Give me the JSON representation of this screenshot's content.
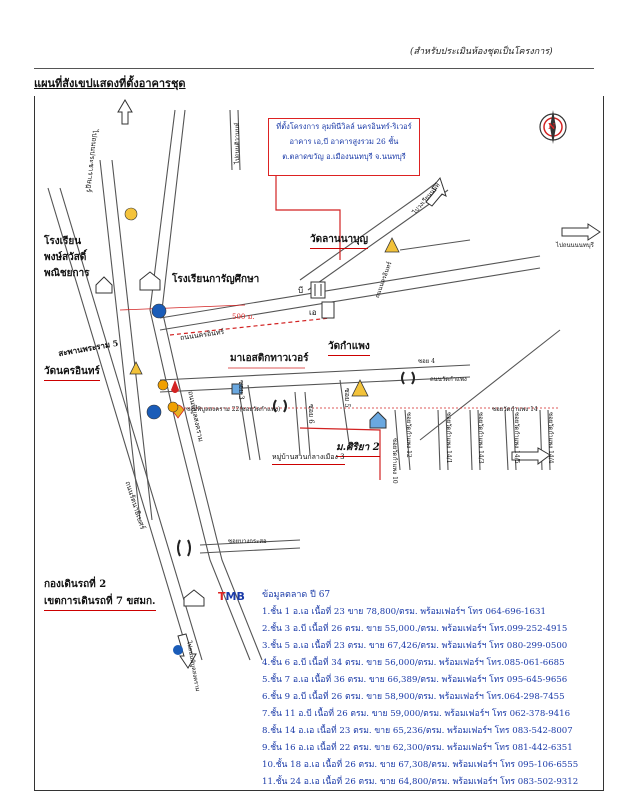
{
  "header": {
    "note": "(สำหรับประเมินห้องชุดเป็นโครงการ)",
    "title": "แผนที่สังเขปแสดงที่ตั้งอาคารชุด"
  },
  "project_box": {
    "line1": "ที่ตั้งโครงการ ลุมพินีวิลล์ นครอินทร์-ริเวอร์",
    "line2": "อาคาร เอ,บี อาคารสูงรวม 26 ชั้น",
    "line3": "ต.ตลาดขวัญ อ.เมืองนนทบุรี จ.นนทบุรี"
  },
  "compass": {
    "letter": "N"
  },
  "places": {
    "school_phong": "โรงเรียน\nพงษ์สวัสดิ์\nพณิชยการ",
    "school_ratchasueksa": "โรงเรียนการัญศึกษา",
    "wat_lanna": "วัดลานนาบุญ",
    "building_b": "บี",
    "building_a": "เอ",
    "distance": "500 ม.",
    "road_nakhon_in": "ถนนนครอินทร์",
    "wat_kamphaeng": "วัดกำแพง",
    "intersection": "สะพานพระราม 5",
    "wat_nakhon_in": "วัดนครอินทร์",
    "max_value": "มาเอสติกทาวเวอร์",
    "soi_3": "ซอย 3",
    "soi_6": "ซอย 6",
    "soi_5": "ซอย 5",
    "soi_tiwanon": "ซอยพิบูลสงคราม 22(ซอยวัดกำแพง)",
    "m_siriya": "ม.ศิริยา 2",
    "village_nonglek": "หมู่บ้านสวนกลางเมือง 3",
    "soi_wat_14": "ซอยวัดกำแพง 14",
    "soi_12": "ซอยวัดกำแพง 12",
    "soi_14_1": "ซอยวัดกำแพง 14/1",
    "soi_14_3": "ซอยวัดกำแพง 14/3",
    "soi_14_5": "ซอยวัดกำแพง 14/5",
    "soi_14_4": "ซอยวัดกำแพง 14/4",
    "soi_10": "ซอยวัดกำแพง 10",
    "road_left_vertical": "ไปถนนประชาราษฎร์",
    "road_pibul": "ถนนพิบูลสงคราม",
    "road_rattanathibet": "ถนนรัตนาธิเบศร์",
    "road_nonthaburi": "ไปถนนนนทบุรี",
    "road_tiwanon": "ไปถนนติวานนท์",
    "road_bottom": "ไปถนนพิบูลสงคราม",
    "road_right_diag": "ไปวงเวียนนนท์",
    "road_top_right": "ถนนนครอินทร์",
    "soi_bangkrasor": "ซอยบางกระสอ",
    "police_station": "กองเดินรถที่ 2",
    "police_sub": "เขตการเดินรถที่ 7 ขสมก.",
    "road_chaipruek": "ถนนวัดกำแพง",
    "soi_dead": "ซอย 4"
  },
  "bank": {
    "t": "T",
    "mb": "MB"
  },
  "market": {
    "title": "ข้อมูลตลาด ปี 67",
    "rows": [
      "1.ชั้น 1 อ.เอ เนื้อที่ 23  ขาย 78,800/ตรม. พร้อมเฟอร์ฯ โทร 064-696-1631",
      "2.ชั้น 3 อ.บี เนื้อที่ 26 ตรม. ขาย 55,000./ตรม. พร้อมเฟอร์ฯ โทร.099-252-4915",
      "3.ชั้น 5 อ.เอ เนื้อที่ 23 ตรม. ขาย 67,426/ตรม. พร้อมเฟอร์ฯ โทร 080-299-0500",
      "4.ชั้น 6 อ.บี เนื้อที่ 34 ตรม. ขาย 56,000/ตรม. พร้อมเฟอร์ฯ โทร.085-061-6685",
      "5.ชั้น 7 อ.เอ เนื้อที่ 36 ตรม. ขาย 66,389/ตรม. พร้อมเฟอร์ฯ โทร 095-645-9656",
      "6.ชั้น 9 อ.บี เนื้อที่ 26 ตรม. ขาย 58,900/ตรม. พร้อมเฟอร์ฯ โทร.064-298-7455",
      "7.ชั้น 11 อ.บี เนื้อที่ 26 ตรม. ขาย 59,000/ตรม. พร้อมเฟอร์ฯ โทร 062-378-9416",
      "8.ชั้น 14 อ.เอ เนื้อที่ 23 ตรม. ขาย 65,236/ตรม. พร้อมเฟอร์ฯ โทร 083-542-8007",
      "9.ชั้น 16 อ.เอ เนื้อที่ 22 ตรม. ขาย 62,300/ตรม. พร้อมเฟอร์ฯ โทร 081-442-6351",
      "10.ชั้น 18 อ.เอ เนื้อที่ 26 ตรม. ขาย 67,308/ตรม. พร้อมเฟอร์ฯ โทร 095-106-6555",
      "11.ชั้น 24 อ.เอ เนื้อที่ 26 ตรม. ขาย 64,800/ตรม. พร้อมเฟอร์ฯ โทร 083-502-9312"
    ]
  },
  "colors": {
    "market_text": "#1a3aa8",
    "route_red": "#d22222",
    "road_gray": "#d8d8d8"
  }
}
